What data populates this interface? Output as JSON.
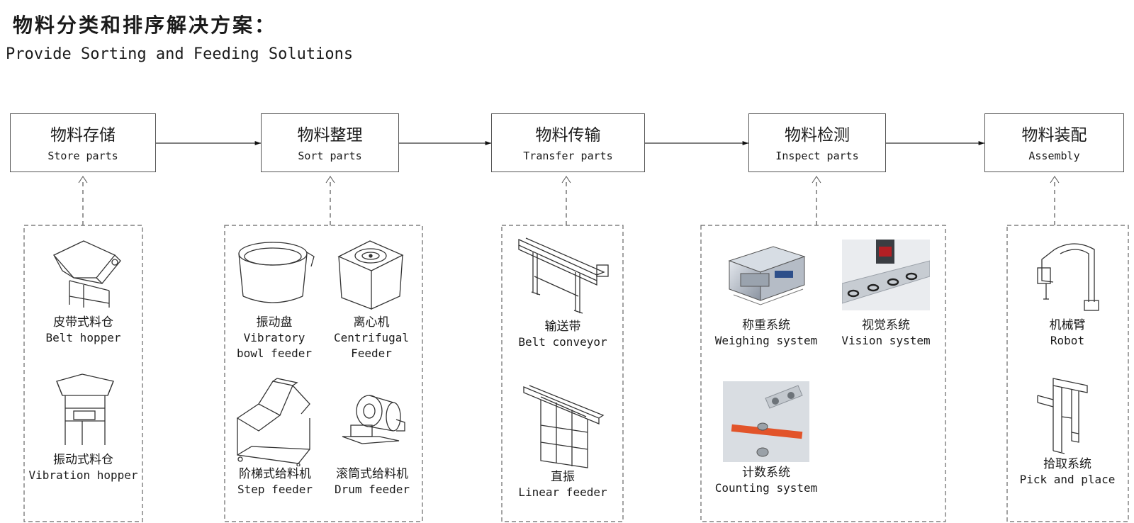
{
  "header": {
    "title_cn": "物料分类和排序解决方案：",
    "title_en": "Provide Sorting and Feeding Solutions"
  },
  "stages": [
    {
      "cn": "物料存储",
      "en": "Store parts"
    },
    {
      "cn": "物料整理",
      "en": "Sort parts"
    },
    {
      "cn": "物料传输",
      "en": "Transfer parts"
    },
    {
      "cn": "物料检测",
      "en": "Inspect parts"
    },
    {
      "cn": "物料装配",
      "en": "Assembly"
    }
  ],
  "groups": {
    "store": [
      {
        "cn": "皮带式料仓",
        "en": "Belt hopper",
        "icon": "belt-hopper-drawing"
      },
      {
        "cn": "振动式料仓",
        "en": "Vibration hopper",
        "icon": "vibration-hopper-drawing"
      }
    ],
    "sort": [
      {
        "cn": "振动盘",
        "en": "Vibratory\nbowl feeder",
        "icon": "vibratory-bowl-drawing"
      },
      {
        "cn": "离心机",
        "en": "Centrifugal\nFeeder",
        "icon": "centrifugal-feeder-drawing"
      },
      {
        "cn": "阶梯式给料机",
        "en": "Step feeder",
        "icon": "step-feeder-drawing"
      },
      {
        "cn": "滚筒式给料机",
        "en": "Drum feeder",
        "icon": "drum-feeder-drawing"
      }
    ],
    "transfer": [
      {
        "cn": "输送带",
        "en": "Belt conveyor",
        "icon": "belt-conveyor-drawing"
      },
      {
        "cn": "直振",
        "en": "Linear feeder",
        "icon": "linear-feeder-drawing"
      }
    ],
    "inspect": [
      {
        "cn": "称重系统",
        "en": "Weighing system",
        "icon": "weighing-system-photo"
      },
      {
        "cn": "视觉系统",
        "en": "Vision system",
        "icon": "vision-system-photo"
      },
      {
        "cn": "计数系统",
        "en": "Counting system",
        "icon": "counting-system-photo"
      }
    ],
    "assembly": [
      {
        "cn": "机械臂",
        "en": "Robot",
        "icon": "robot-arm-drawing"
      },
      {
        "cn": "拾取系统",
        "en": "Pick and place",
        "icon": "pick-and-place-drawing"
      }
    ]
  }
}
